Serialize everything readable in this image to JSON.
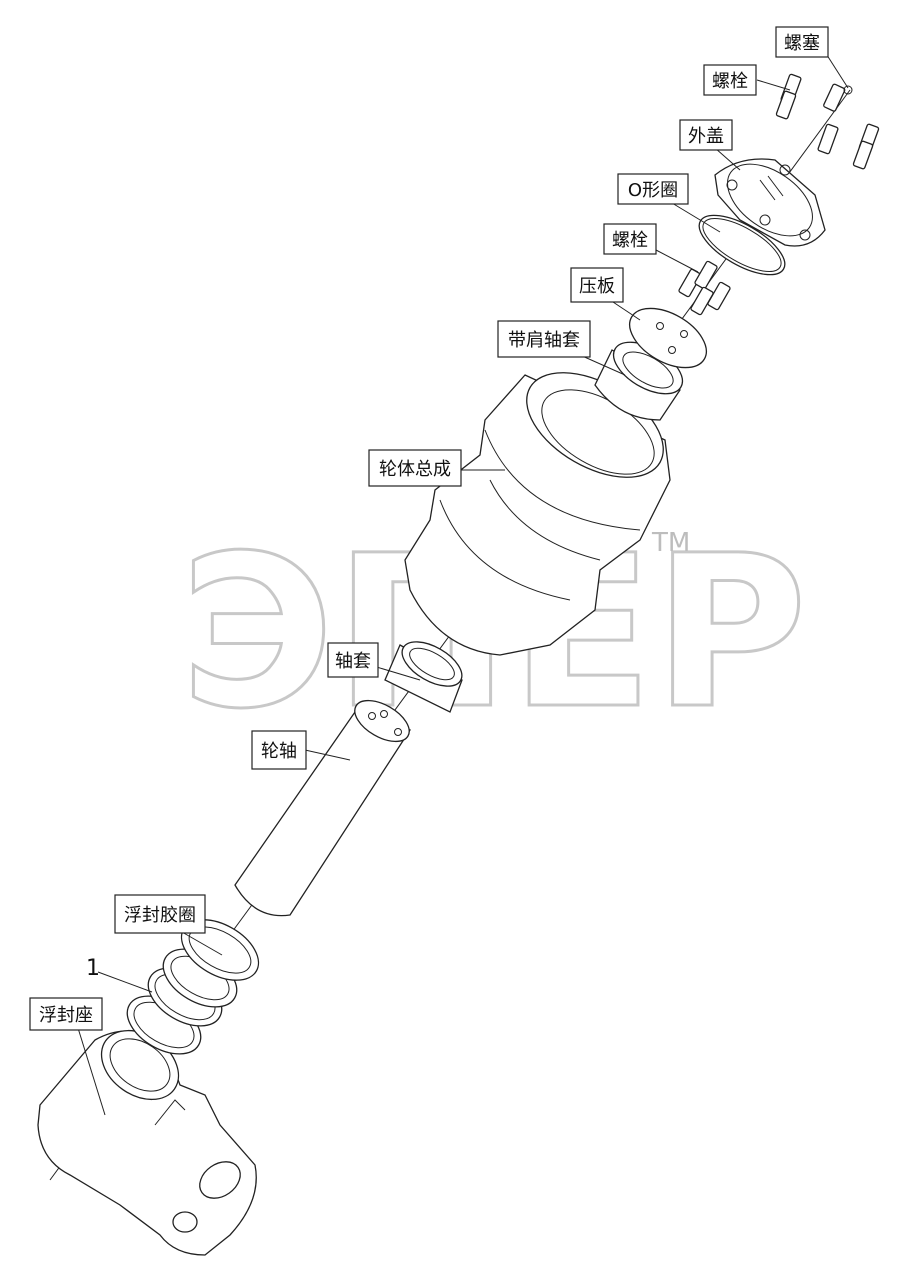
{
  "labels": {
    "plug": "螺塞",
    "bolt_top": "螺栓",
    "outer_cover": "外盖",
    "o_ring": "O形圈",
    "bolt_mid": "螺栓",
    "press_plate": "压板",
    "flanged_bushing": "带肩轴套",
    "wheel_body_assembly": "轮体总成",
    "bushing": "轴套",
    "wheel_shaft": "轮轴",
    "floating_seal_rubber_ring": "浮封胶圈",
    "item_number": "1",
    "floating_seal_seat": "浮封座"
  },
  "watermark": {
    "text": "ЭПЕР",
    "trademark": "TM"
  }
}
